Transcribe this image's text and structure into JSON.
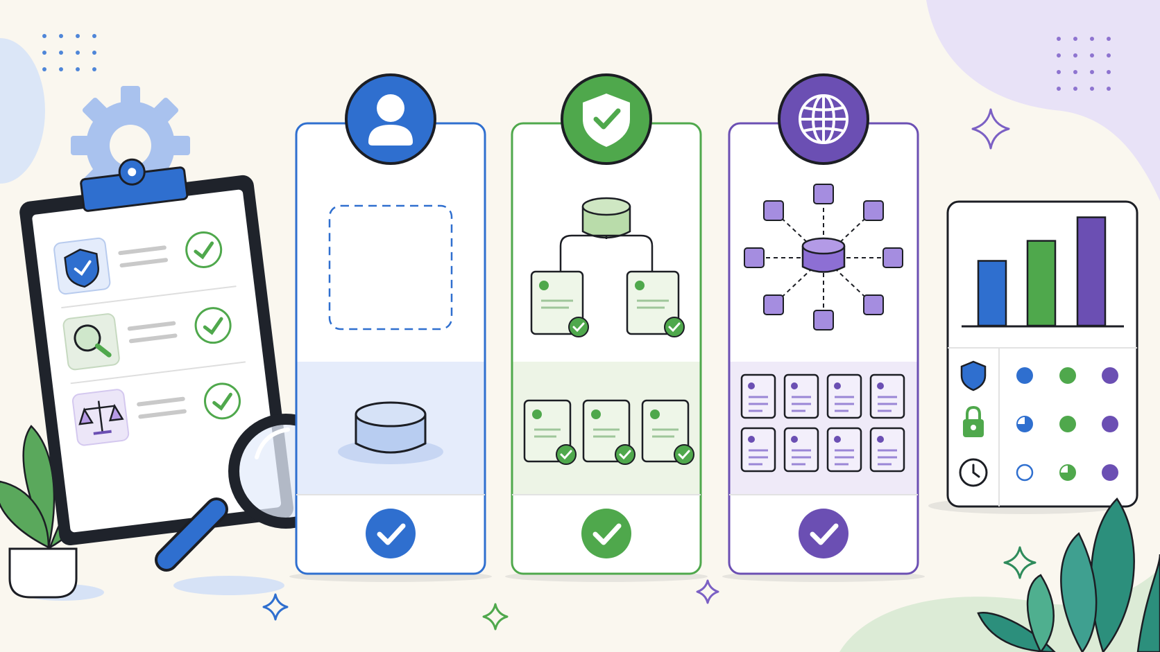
{
  "scene": {
    "description_free": true,
    "panels": [
      {
        "id": "identity",
        "icon": "user-icon",
        "color": "#2f6fcf",
        "light": "#e5ecfb",
        "verified": true
      },
      {
        "id": "security",
        "icon": "shield-check-icon",
        "color": "#4fa84c",
        "light": "#edf4e6",
        "verified": true
      },
      {
        "id": "network",
        "icon": "globe-icon",
        "color": "#6b4fb3",
        "light": "#efeaf8",
        "verified": true
      }
    ],
    "checklist": {
      "items": [
        {
          "icon": "shield-icon",
          "checked": true
        },
        {
          "icon": "magnifier-icon",
          "checked": true
        },
        {
          "icon": "scales-icon",
          "checked": true
        }
      ]
    },
    "dashboard": {
      "bars": [
        0.55,
        0.72,
        0.92
      ],
      "bar_colors": [
        "#2f6fcf",
        "#4fa84c",
        "#6b4fb3"
      ],
      "rows": [
        {
          "icon": "shield-icon",
          "dots": [
            "full",
            "full",
            "full"
          ]
        },
        {
          "icon": "lock-icon",
          "dots": [
            "quarter",
            "full",
            "full"
          ]
        },
        {
          "icon": "clock-icon",
          "dots": [
            "empty",
            "quarter",
            "full"
          ]
        }
      ]
    },
    "colors": {
      "background": "#faf7ef",
      "ink": "#1c1e24",
      "blue": "#2f6fcf",
      "green": "#4fa84c",
      "purple": "#6b4fb3"
    }
  }
}
